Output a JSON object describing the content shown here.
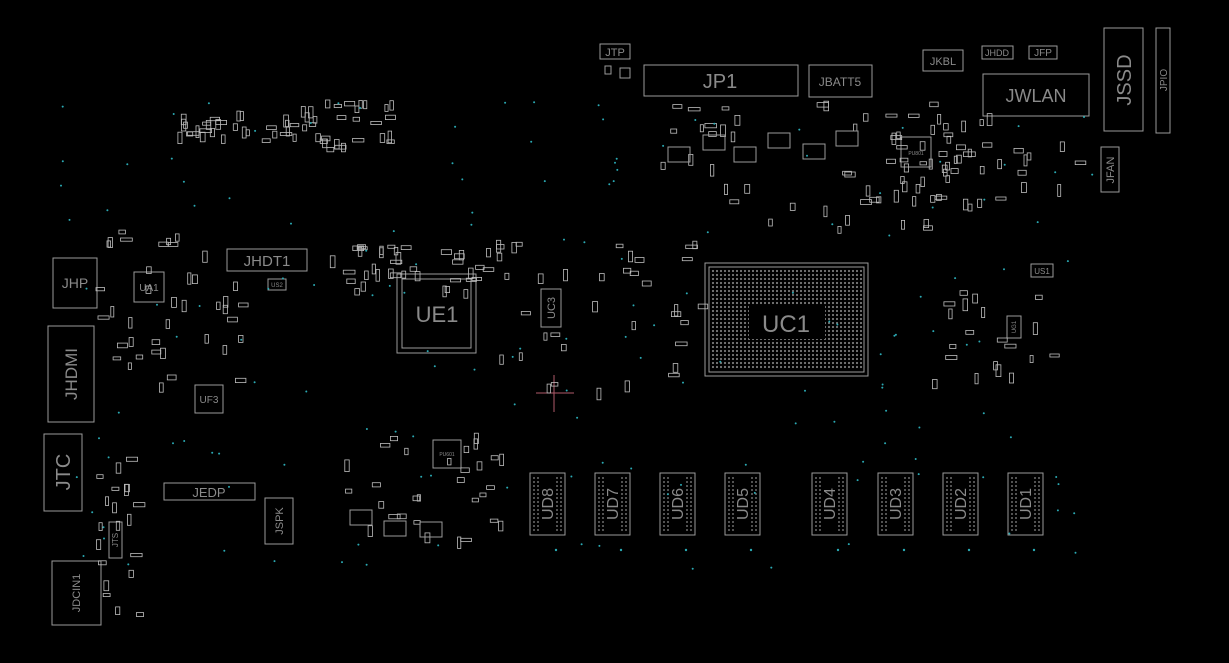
{
  "components": {
    "jtp": "JTP",
    "jp1": "JP1",
    "jbatt5": "JBATT5",
    "jkbl": "JKBL",
    "jhdd": "JHDD",
    "jfp": "JFP",
    "jwlan": "JWLAN",
    "jssd": "JSSD",
    "jpio": "JPIO",
    "jfan": "JFAN",
    "jhdt1": "JHDT1",
    "jhp": "JHP",
    "ua1": "UA1",
    "jhdmi": "JHDMI",
    "uf3": "UF3",
    "jtc": "JTC",
    "jedp": "JEDP",
    "jts": "JTS",
    "jspk": "JSPK",
    "jdcin1": "JDCIN1",
    "ue1": "UE1",
    "uc3": "UC3",
    "uc1": "UC1",
    "us1": "US1",
    "us2": "US2",
    "pu801": "PU801",
    "pu601": "PU601",
    "ug1": "UG1"
  },
  "memory": [
    "UD8",
    "UD7",
    "UD6",
    "UD5",
    "UD4",
    "UD3",
    "UD2",
    "UD1"
  ],
  "colors": {
    "background": "#000000",
    "outline": "#9a9a9a",
    "label": "#8a8a8a",
    "via": "#2aa9b3",
    "marker": "#b05a6a"
  }
}
